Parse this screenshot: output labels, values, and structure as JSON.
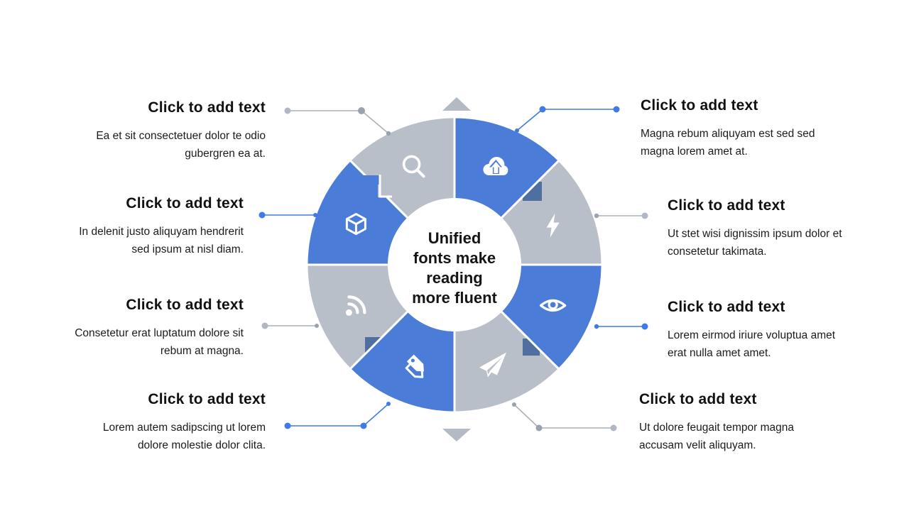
{
  "colors": {
    "blue": "#4a7cd8",
    "gray": "#b9bfc8",
    "dark-blue": "#4f6f9e",
    "line-blue": "#3e7be6",
    "line-gray": "#a9b0bc",
    "dot-gray": "#9aa2b0",
    "dot-gray-light": "#b2b8c3",
    "arrow-gray": "#b3bac4",
    "text": "#1b1b1b"
  },
  "center": {
    "title": "Unified\nfonts make\nreading\nmore fluent"
  },
  "left_items": [
    {
      "heading": "Click to add text",
      "body": "Ea et sit consectetuer dolor te odio\ngubergren ea at."
    },
    {
      "heading": "Click to add text",
      "body": "In delenit justo aliquyam hendrerit\nsed ipsum at nisl diam."
    },
    {
      "heading": "Click to add text",
      "body": "Consetetur erat luptatum dolore sit\nrebum at magna."
    },
    {
      "heading": "Click to add text",
      "body": "Lorem autem sadipscing ut lorem\ndolore molestie dolor clita."
    }
  ],
  "right_items": [
    {
      "heading": "Click to add text",
      "body": "Magna rebum aliquyam est sed sed\nmagna lorem amet at."
    },
    {
      "heading": "Click to add text",
      "body": "Ut stet wisi dignissim ipsum dolor et\nconsetetur takimata."
    },
    {
      "heading": "Click to add text",
      "body": "Lorem eirmod iriure voluptua amet\nerat nulla amet amet."
    },
    {
      "heading": "Click to add text",
      "body": "Ut dolore feugait tempor magna\naccusam velit aliquyam."
    }
  ],
  "wheel": {
    "segments": [
      {
        "icon": "cloud-upload-icon",
        "color": "blue"
      },
      {
        "icon": "lightning-icon",
        "color": "gray"
      },
      {
        "icon": "eye-icon",
        "color": "blue"
      },
      {
        "icon": "paper-plane-icon",
        "color": "gray"
      },
      {
        "icon": "tag-icon",
        "color": "blue"
      },
      {
        "icon": "rss-icon",
        "color": "gray"
      },
      {
        "icon": "cube-icon",
        "color": "blue"
      },
      {
        "icon": "search-icon",
        "color": "gray"
      }
    ]
  }
}
